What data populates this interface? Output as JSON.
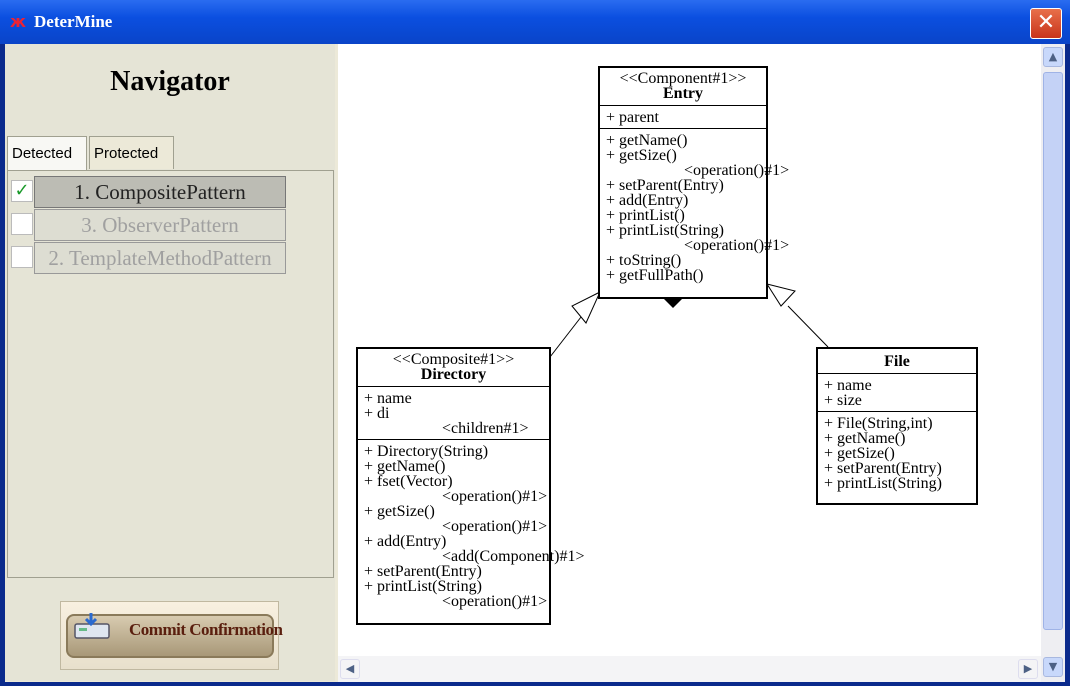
{
  "window": {
    "title": "DeterMine",
    "app_icon": "spider-icon",
    "close_glyph": "✕"
  },
  "navigator": {
    "title": "Navigator",
    "tabs": [
      {
        "label": "Detected",
        "selected": true
      },
      {
        "label": "Protected",
        "selected": false
      }
    ],
    "patterns": [
      {
        "label": "1. CompositePattern",
        "checked": true,
        "active": true
      },
      {
        "label": "3. ObserverPattern",
        "checked": false,
        "active": false
      },
      {
        "label": "2. TemplateMethodPattern",
        "checked": false,
        "active": false
      }
    ],
    "check_glyph": "✓",
    "commit_button": "Commit Confirmation"
  },
  "diagram": {
    "entry": {
      "stereotype": "<<Component#1>>",
      "name": "Entry",
      "attributes": [
        "+ parent"
      ],
      "operations": [
        "+ getName()",
        "+ getSize()",
        "<operation()#1>",
        "+ setParent(Entry)",
        "+ add(Entry)",
        "+ printList()",
        "+ printList(String)",
        "<operation()#1>",
        "+ toString()",
        "+ getFullPath()"
      ]
    },
    "directory": {
      "stereotype": "<<Composite#1>>",
      "name": "Directory",
      "attributes": [
        "+ name",
        "+ di",
        "<children#1>"
      ],
      "operations": [
        "+ Directory(String)",
        "+ getName()",
        "+ fset(Vector)",
        "<operation()#1>",
        "+ getSize()",
        "<operation()#1>",
        "+ add(Entry)",
        "<add(Component)#1>",
        "+ setParent(Entry)",
        "+ printList(String)",
        "<operation()#1>"
      ]
    },
    "file": {
      "name": "File",
      "attributes": [
        "+ name",
        "+ size"
      ],
      "operations": [
        "+ File(String,int)",
        "+ getName()",
        "+ getSize()",
        "+ setParent(Entry)",
        "+ printList(String)"
      ]
    }
  },
  "scrollbar": {
    "up": "▲",
    "down": "▼",
    "left": "◀",
    "right": "▶"
  },
  "colors": {
    "titlebar": "#0b4fe0",
    "close": "#c8341c",
    "check": "#1a9a2a",
    "commit_text": "#5a1e0e"
  }
}
